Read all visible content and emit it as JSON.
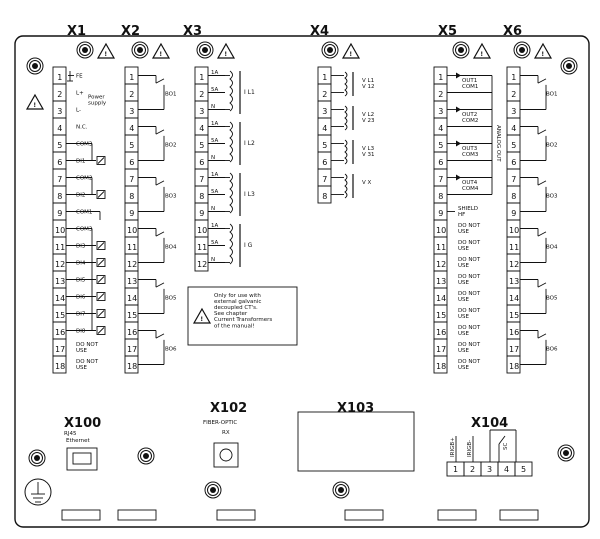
{
  "headers": {
    "x1": "X1",
    "x2": "X2",
    "x3": "X3",
    "x4": "X4",
    "x5": "X5",
    "x6": "X6",
    "x100": "X100",
    "x102": "X102",
    "x103": "X103",
    "x104": "X104"
  },
  "x1": {
    "pins": [
      "1",
      "2",
      "3",
      "4",
      "5",
      "6",
      "7",
      "8",
      "9",
      "10",
      "11",
      "12",
      "13",
      "14",
      "15",
      "16",
      "17",
      "18"
    ],
    "labels": {
      "fe": "FE",
      "lplus": "L+",
      "lminus": "L-",
      "power_supply": "Power\nsupply",
      "nc": "N.C.",
      "com3a": "COM3",
      "di1": "DI1",
      "com2": "COM2",
      "di2": "DI2",
      "com1": "COM1",
      "com3b": "COM3",
      "di3": "DI3",
      "di4": "DI4",
      "di5": "DI5",
      "di6": "DI6",
      "di7": "DI7",
      "di8": "DI8",
      "dnu17": "DO NOT\nUSE",
      "dnu18": "DO NOT\nUSE"
    }
  },
  "x2": {
    "pins": [
      "1",
      "2",
      "3",
      "4",
      "5",
      "6",
      "7",
      "8",
      "9",
      "10",
      "11",
      "12",
      "13",
      "14",
      "15",
      "16",
      "17",
      "18"
    ],
    "bo": [
      "BO1",
      "BO2",
      "BO3",
      "BO4",
      "BO5",
      "BO6"
    ]
  },
  "x3": {
    "pins": [
      "1",
      "2",
      "3",
      "4",
      "5",
      "6",
      "7",
      "8",
      "9",
      "10",
      "11",
      "12"
    ],
    "taps": [
      "1A",
      "5A",
      "N"
    ],
    "phases": [
      "L1",
      "L2",
      "L3",
      "G"
    ]
  },
  "x4": {
    "pins": [
      "1",
      "2",
      "3",
      "4",
      "5",
      "6",
      "7",
      "8"
    ],
    "labels": [
      "V L1\nV 12",
      "V L2\nV 23",
      "V L3\nV 31",
      "V X"
    ]
  },
  "x5": {
    "pins": [
      "1",
      "2",
      "3",
      "4",
      "5",
      "6",
      "7",
      "8",
      "9",
      "10",
      "11",
      "12",
      "13",
      "14",
      "15",
      "16",
      "17",
      "18"
    ],
    "outs": [
      "OUT1\nCOM1",
      "OUT2\nCOM2",
      "OUT3\nCOM3",
      "OUT4\nCOM4"
    ],
    "analog_out": "ANALOG OUT",
    "shield": "SHIELD\nHF",
    "dnu": "DO NOT\nUSE"
  },
  "x6": {
    "pins": [
      "1",
      "2",
      "3",
      "4",
      "5",
      "6",
      "7",
      "8",
      "9",
      "10",
      "11",
      "12",
      "13",
      "14",
      "15",
      "16",
      "17",
      "18"
    ],
    "bo": [
      "BO1",
      "BO2",
      "BO3",
      "BO4",
      "BO5",
      "BO6"
    ]
  },
  "notice": "Only for use with\nexternal galvanic\ndecoupled CT's.\nSee chapter\nCurrent Transformers\nof the manual!",
  "x100": {
    "rj45": "RJ45",
    "ethernet": "Ethernet"
  },
  "x102": {
    "fiber": "FIBER-OPTIC",
    "rx": "RX"
  },
  "x104": {
    "pins": [
      "1",
      "2",
      "3",
      "4",
      "5"
    ],
    "irigb_plus": "IRIGB+",
    "irigb_minus": "IRIGB-",
    "sc": "SC"
  },
  "colors": {
    "line": "#111111",
    "panel": "#ffffff"
  }
}
